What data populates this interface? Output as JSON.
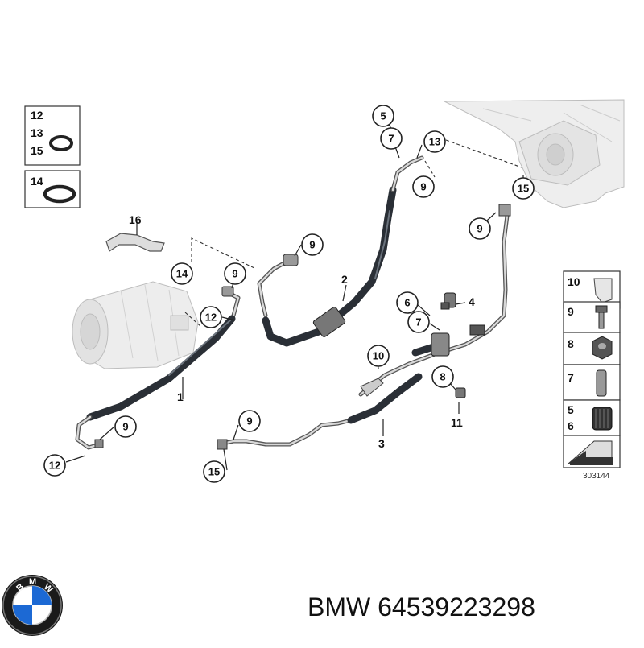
{
  "diagram": {
    "reference_code": "303144",
    "callouts": [
      "1",
      "2",
      "3",
      "4",
      "5",
      "6",
      "7",
      "8",
      "9",
      "10",
      "11",
      "12",
      "13",
      "14",
      "15",
      "16"
    ]
  },
  "legend_left": {
    "box1_numbers": [
      "12",
      "13",
      "15"
    ],
    "box2_numbers": [
      "14"
    ]
  },
  "legend_right": {
    "rows": [
      "10",
      "9",
      "8",
      "7",
      "5",
      "6"
    ]
  },
  "brand": {
    "logo_letters": "BMW",
    "caption": "BMW 64539223298"
  },
  "colors": {
    "hose": "#2a2f36",
    "outline": "#222222",
    "logo_blue": "#1c69d4"
  }
}
